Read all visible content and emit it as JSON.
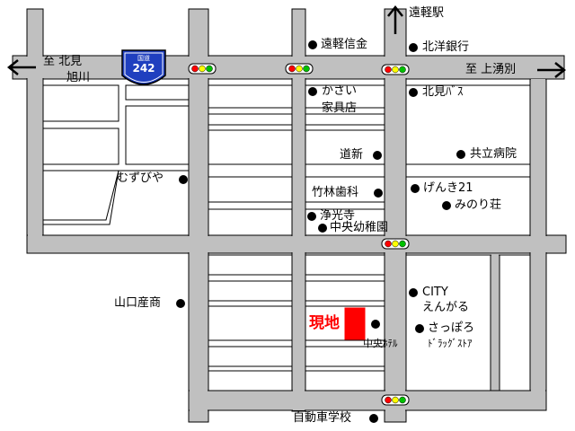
{
  "map": {
    "colors": {
      "road": "#c0c0c0",
      "block": "#ffffff",
      "outline": "#000000",
      "site": "#ff0000",
      "shield": "#1f3fbf",
      "signal_red": "#ff0000",
      "signal_yellow": "#ffff00",
      "signal_green": "#00c000"
    },
    "direction_labels": {
      "west_1": "至 北見",
      "west_2": "旭川",
      "east": "至 上湧別",
      "north": "遠軽駅"
    },
    "route_shield": {
      "top_text": "国道",
      "number": "242"
    },
    "site_label": "現地",
    "landmarks": [
      {
        "id": "entaru-shinkin",
        "label": "遠軽信金"
      },
      {
        "id": "hokuyo-ginko",
        "label": "北洋銀行"
      },
      {
        "id": "kasai-kagu-1",
        "label": "かさい"
      },
      {
        "id": "kasai-kagu-2",
        "label": "家具店"
      },
      {
        "id": "kitami-bus",
        "label": "北見ﾊﾞｽ"
      },
      {
        "id": "doshin",
        "label": "道新"
      },
      {
        "id": "kyoritsu-byoin",
        "label": "共立病院"
      },
      {
        "id": "muzubiya",
        "label": "むずびや"
      },
      {
        "id": "chikurin-shika",
        "label": "竹林歯科"
      },
      {
        "id": "genki21",
        "label": "げんき21"
      },
      {
        "id": "minori-so",
        "label": "みのり荘"
      },
      {
        "id": "jokoji",
        "label": "浄光寺"
      },
      {
        "id": "chuo-yochien",
        "label": "中央幼稚園"
      },
      {
        "id": "yamaguchi-sansho",
        "label": "山口産商"
      },
      {
        "id": "city-engaru-1",
        "label": "CITY"
      },
      {
        "id": "city-engaru-2",
        "label": "えんがる"
      },
      {
        "id": "sapporo-drug-1",
        "label": "さっぽろ"
      },
      {
        "id": "sapporo-drug-2",
        "label": "ﾄﾞﾗｯｸﾞｽﾄｱ"
      },
      {
        "id": "chuo-hotel",
        "label": "中央ﾎﾃﾙ"
      },
      {
        "id": "jidosha-gakko",
        "label": "自動車学校"
      }
    ]
  }
}
